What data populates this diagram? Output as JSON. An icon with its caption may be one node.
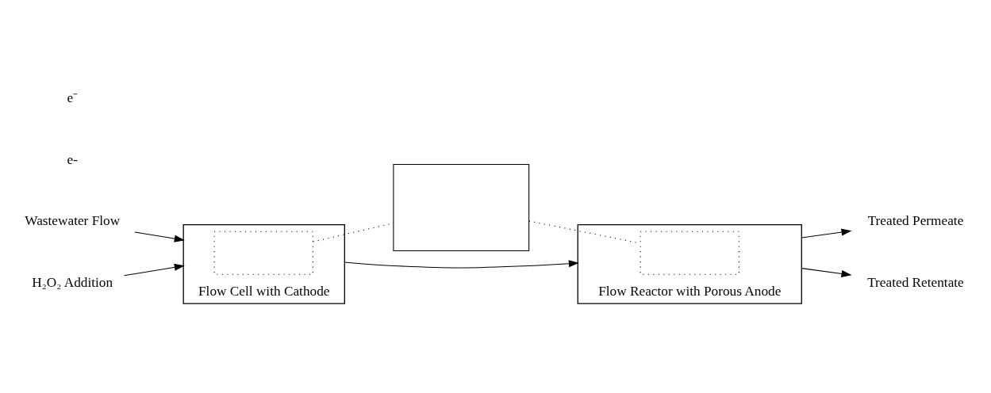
{
  "diagram": {
    "nodes": [
      {
        "text": [
          "Wastewater Flow"
        ]
      },
      {
        "text": [
          "H₂O₂ Addition"
        ]
      },
      {
        "text": [
          "Flow Cell with Cathode"
        ]
      },
      {
        "text": [],
        "shape": "box",
        "in": 2
      },
      {
        "text": [],
        "shape": "box"
      },
      {
        "text": [
          "Flow Reactor with Porous Anode"
        ]
      },
      {
        "text": [],
        "shape": "box",
        "in": 5
      },
      {
        "text": [
          "Treated Permeate"
        ]
      },
      {
        "text": [
          "Treated Retentate"
        ]
      }
    ],
    "edges": [
      {
        "from": 0,
        "to": 2,
        "arrow": "to"
      },
      {
        "from": 1,
        "to": 2,
        "arrow": "to"
      },
      {
        "from": 2,
        "to": 5,
        "arrow": "to"
      },
      {
        "from": 5,
        "to": 7,
        "arrow": "to"
      },
      {
        "from": 5,
        "to": 8,
        "arrow": "to"
      },
      {
        "from": 3,
        "to": 4,
        "arrow": "none",
        "style": "dashed"
      },
      {
        "from": 4,
        "to": 6,
        "arrow": "none",
        "style": "dashed"
      }
    ],
    "labels": [
      "e-",
      "e⁻"
    ]
  }
}
